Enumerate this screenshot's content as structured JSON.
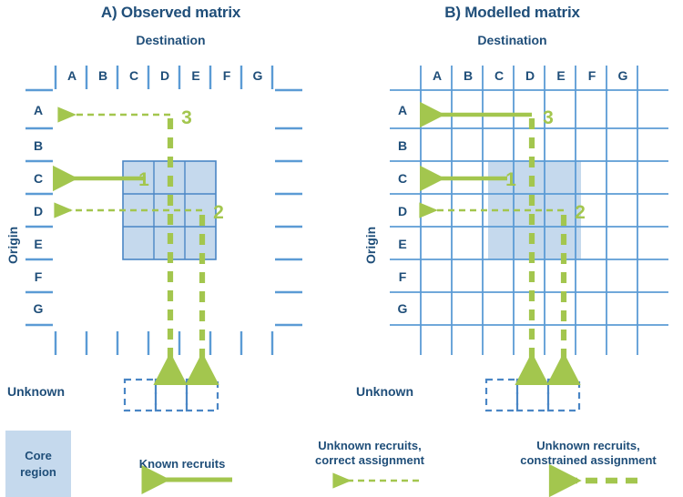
{
  "figure": {
    "accent_green": "#a3c64e",
    "navy": "#1f4e79",
    "grid_blue": "#5b9bd5",
    "core_fill": "#c5d9ed"
  },
  "panels": [
    {
      "id": "observed",
      "title": "A) Observed matrix",
      "destination_label": "Destination",
      "origin_label": "Origin",
      "unknown_label": "Unknown",
      "columns": [
        "A",
        "B",
        "C",
        "D",
        "E",
        "F",
        "G"
      ],
      "rows": [
        "A",
        "B",
        "C",
        "D",
        "E",
        "F",
        "G"
      ],
      "grid_style": "tick-marks",
      "core_region": {
        "col_start": "C",
        "col_end": "E",
        "row_start": "C",
        "row_end": "E"
      },
      "unknown_cells": 3,
      "flows": [
        {
          "label": "1",
          "type": "known",
          "from_col": "C",
          "to_row": "C"
        },
        {
          "label": "2",
          "type": "unknown-correct",
          "from_col": "E",
          "to_row": "D"
        },
        {
          "label": "3",
          "type": "unknown-constrained",
          "from_col": "D",
          "to_row": "A"
        }
      ]
    },
    {
      "id": "modelled",
      "title": "B) Modelled matrix",
      "destination_label": "Destination",
      "origin_label": "Origin",
      "unknown_label": "Unknown",
      "columns": [
        "A",
        "B",
        "C",
        "D",
        "E",
        "F",
        "G"
      ],
      "rows": [
        "A",
        "B",
        "C",
        "D",
        "E",
        "F",
        "G"
      ],
      "grid_style": "full-grid",
      "core_region": {
        "col_start": "C",
        "col_end": "E",
        "row_start": "C",
        "row_end": "E"
      },
      "unknown_cells": 3,
      "flows": [
        {
          "label": "1",
          "type": "known",
          "from_col": "C",
          "to_row": "C"
        },
        {
          "label": "2",
          "type": "unknown-correct",
          "from_col": "E",
          "to_row": "D"
        },
        {
          "label": "3",
          "type": "unknown-constrained",
          "from_col": "D",
          "to_row": "A"
        }
      ]
    }
  ],
  "legend": {
    "core": {
      "line1": "Core",
      "line2": "region"
    },
    "known": {
      "line1": "Known recruits",
      "line2": ""
    },
    "correct": {
      "line1": "Unknown recruits,",
      "line2": "correct assignment"
    },
    "constrained": {
      "line1": "Unknown recruits,",
      "line2": "constrained assignment"
    }
  }
}
